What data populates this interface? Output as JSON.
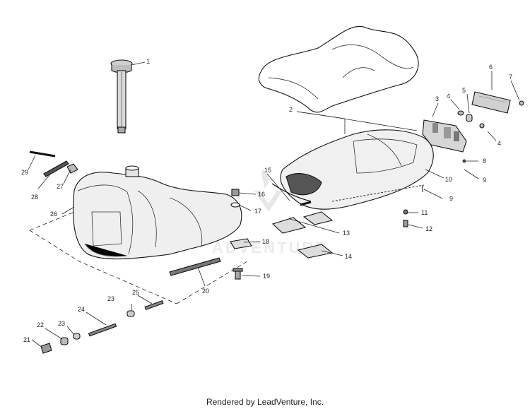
{
  "footer": {
    "text": "Rendered by LeadVenture, Inc."
  },
  "watermark": {
    "text": "ADVENTURE",
    "color": "#c8c8c8"
  },
  "callouts": {
    "n1": "1",
    "n2": "2",
    "n3": "3",
    "n4a": "4",
    "n4b": "4",
    "n5": "5",
    "n6": "6",
    "n7": "7",
    "n8": "8",
    "n9a": "9",
    "n9b": "9",
    "n10": "10",
    "n11": "11",
    "n12": "12",
    "n13": "13",
    "n14": "14",
    "n15": "15",
    "n16": "16",
    "n17": "17",
    "n18": "18",
    "n19": "19",
    "n20": "20",
    "n21": "21",
    "n22": "22",
    "n23a": "23",
    "n23b": "23",
    "n24": "24",
    "n25": "25",
    "n26": "26",
    "n27": "27",
    "n28": "28",
    "n29": "29"
  }
}
